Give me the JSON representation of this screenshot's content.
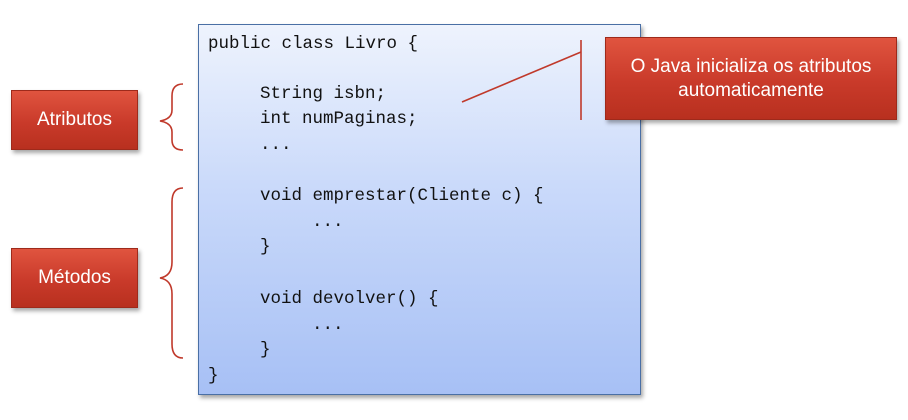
{
  "code": {
    "lines": [
      "public class Livro {",
      "String isbn;",
      "int numPaginas;",
      "...",
      "void emprestar(Cliente c) {",
      "...",
      "}",
      "void devolver() {",
      "...",
      "}",
      "}"
    ]
  },
  "labels": {
    "atributos": "Atributos",
    "metodos": "Métodos"
  },
  "callout": {
    "line1": "O Java inicializa os atributos",
    "line2": "automaticamente"
  },
  "colors": {
    "label_red": "#c93a2a",
    "bracket_red": "#c0392b",
    "code_box_blue": "#a7c0f5"
  }
}
